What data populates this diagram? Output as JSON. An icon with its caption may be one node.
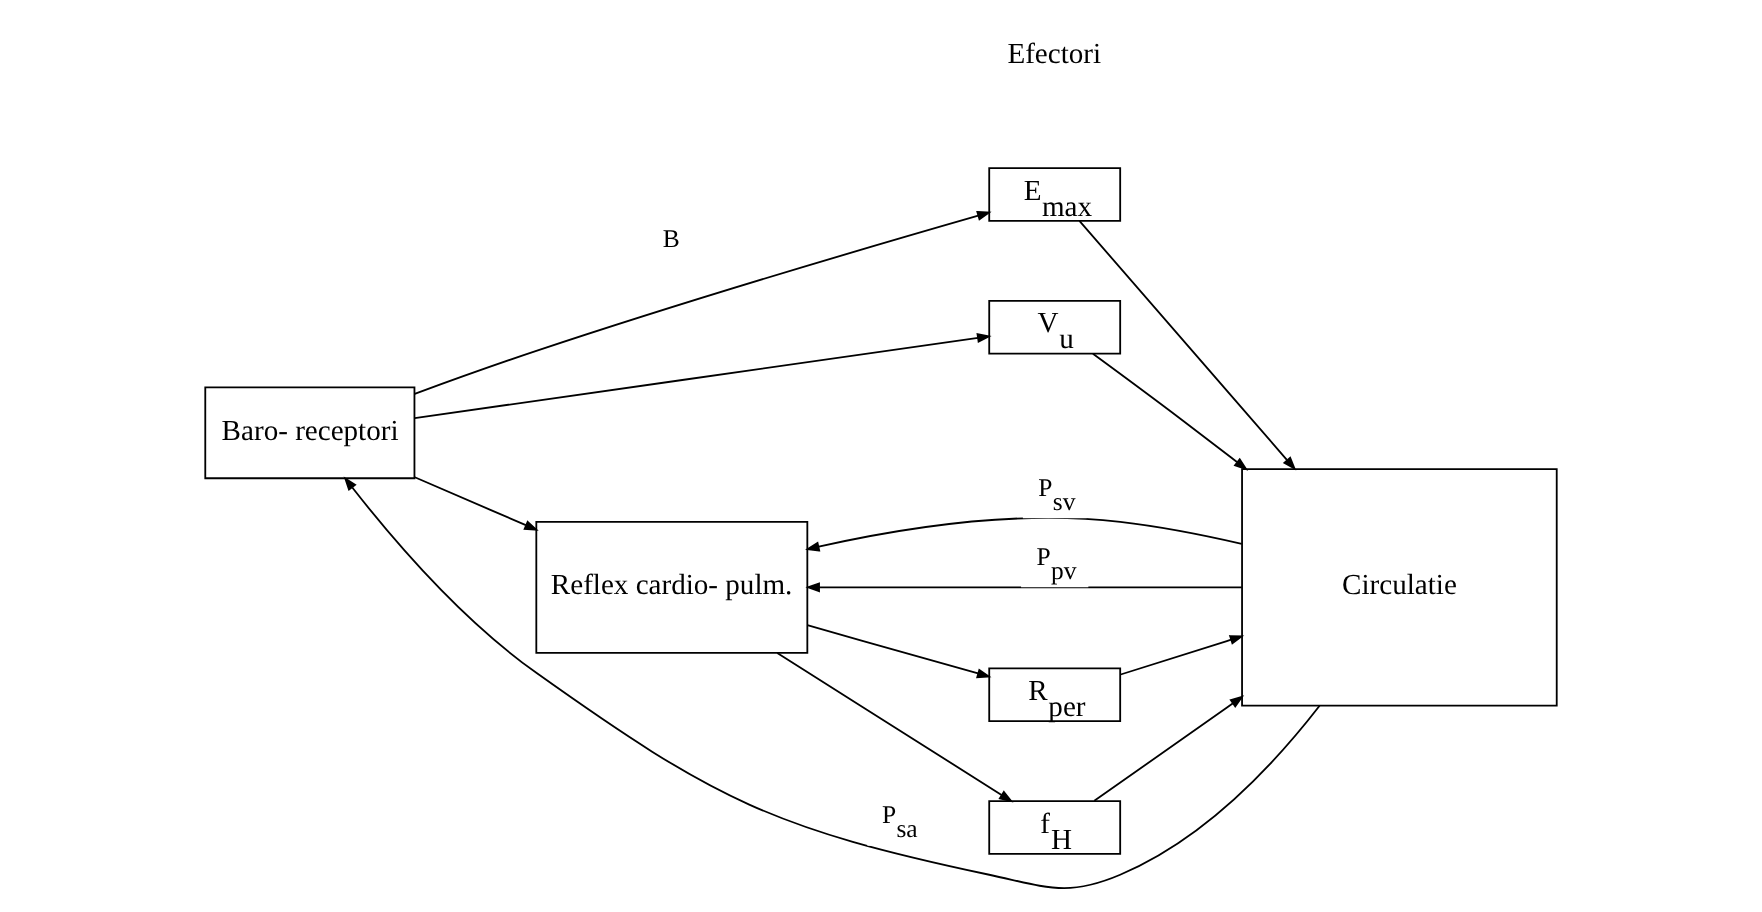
{
  "diagram": {
    "nodes": [
      {
        "text": [
          "E$_{max}$"
        ]
      },
      {
        "text": [
          "V$_{u}$"
        ]
      },
      {
        "text": [
          "R$_{per}$"
        ]
      },
      {
        "text": [
          "f$_{H}$"
        ]
      },
      {
        "text": [
          "Reflex cardio- pulm."
        ]
      },
      {
        "text": [
          "Circulatie"
        ]
      },
      {
        "text": [
          "Baro- receptori"
        ]
      }
    ],
    "edges": [
      {
        "from": 6,
        "to": 0,
        "arrow": "to",
        "label": "B"
      },
      {
        "from": 6,
        "to": 1,
        "arrow": "to"
      },
      {
        "from": 6,
        "to": 4,
        "arrow": "to"
      },
      {
        "from": 4,
        "to": 2,
        "arrow": "to"
      },
      {
        "from": 4,
        "to": 3,
        "arrow": "to"
      },
      {
        "from": 0,
        "to": 5,
        "arrow": "to"
      },
      {
        "from": 1,
        "to": 5,
        "arrow": "to"
      },
      {
        "from": 2,
        "to": 5,
        "arrow": "to"
      },
      {
        "from": 3,
        "to": 5,
        "arrow": "to"
      },
      {
        "from": 5,
        "to": 4,
        "arrow": "to",
        "label": "P$_{sv}$"
      },
      {
        "from": 5,
        "to": 4,
        "arrow": "to",
        "label": "P$_{pv}$"
      },
      {
        "from": 5,
        "to": 6,
        "arrow": "to",
        "label": "P$_{sa}$"
      }
    ],
    "labels": [
      "Efectori"
    ]
  }
}
